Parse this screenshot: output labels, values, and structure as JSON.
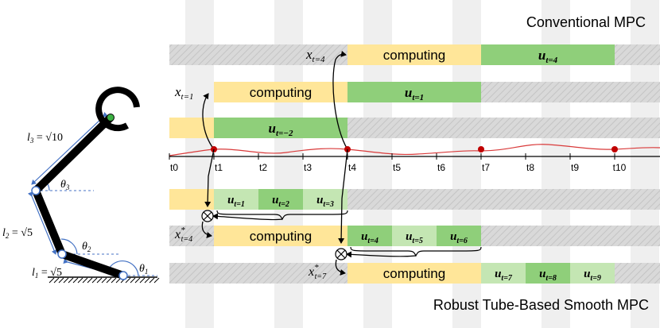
{
  "titles": {
    "top": "Conventional MPC",
    "bottom": "Robust Tube-Based Smooth MPC"
  },
  "timeline": {
    "ticks": [
      "t0",
      "t1",
      "t2",
      "t3",
      "t4",
      "t5",
      "t6",
      "t7",
      "t8",
      "t9",
      "t10"
    ],
    "highlight_ticks": [
      "t1",
      "t4",
      "t7",
      "t10"
    ]
  },
  "conventional": {
    "row1": {
      "state_base": "x",
      "state_sub": "t=4",
      "computing": "computing",
      "u_base": "u",
      "u_sub": "t=4"
    },
    "row2": {
      "state_base": "x",
      "state_sub": "t=1",
      "computing": "computing",
      "u_base": "u",
      "u_sub": "t=1"
    },
    "row3": {
      "u_base": "u",
      "u_sub": "t=−2"
    }
  },
  "tube": {
    "row1": [
      {
        "base": "u",
        "sub": "t=1"
      },
      {
        "base": "u",
        "sub": "t=2"
      },
      {
        "base": "u",
        "sub": "t=3"
      }
    ],
    "row2": {
      "state_base": "x",
      "state_sup": "*",
      "state_sub": "t=4",
      "computing": "computing",
      "u": [
        {
          "base": "u",
          "sub": "t=4"
        },
        {
          "base": "u",
          "sub": "t=5"
        },
        {
          "base": "u",
          "sub": "t=6"
        }
      ]
    },
    "row3": {
      "state_base": "x",
      "state_sup": "*",
      "state_sub": "t=7",
      "computing": "computing",
      "u": [
        {
          "base": "u",
          "sub": "t=7"
        },
        {
          "base": "u",
          "sub": "t=8"
        },
        {
          "base": "u",
          "sub": "t=9"
        }
      ]
    }
  },
  "arm": {
    "l3": {
      "base": "l",
      "sub": "3",
      "eq": " = √10"
    },
    "l2": {
      "base": "l",
      "sub": "2",
      "eq": " = √5"
    },
    "l1": {
      "base": "l",
      "sub": "1",
      "eq": " = √5"
    },
    "theta3": {
      "base": "θ",
      "sub": "3"
    },
    "theta2": {
      "base": "θ",
      "sub": "2"
    },
    "theta1": {
      "base": "θ",
      "sub": "1"
    }
  },
  "colors": {
    "computing": "#ffe699",
    "control_dark": "#8fcf7a",
    "control_light": "#c4e6b3",
    "idle": "#d9d9d9",
    "column_shade": "#efefef",
    "trajectory": "#d93a3a",
    "sample_dot": "#c00000",
    "arrow": "#000000",
    "arm_link": "#000000",
    "dimension": "#4472c4",
    "end_effector": "#3cb043"
  }
}
